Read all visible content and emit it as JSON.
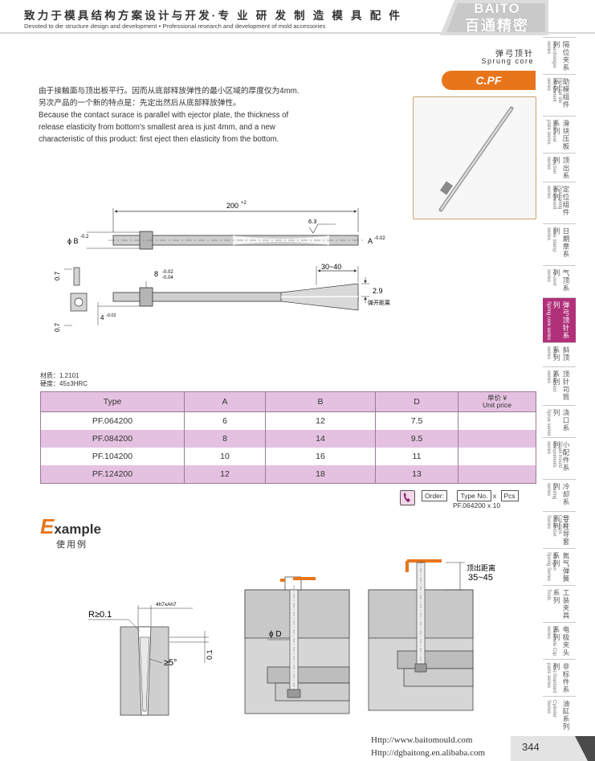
{
  "header": {
    "slogan_cn": "致力于模具结构方案设计与开发·专 业 研 发 制 造 模 具 配 件",
    "slogan_en": "Devoted to die structure design and development    • Professional research and development of mold accessories",
    "brand_en": "BAITO",
    "brand_cn": "百通精密"
  },
  "product": {
    "title_cn": "弹弓顶针",
    "title_en": "Sprung core",
    "code": "C.PF",
    "desc": [
      "由于接触面与顶出板平行。因而从底部释放弹性的最小区域的厚度仅为4mm.",
      "另次产品的一个新的特点是：先定出然后从底部释放弹性。",
      "Because the contact surace is parallel with ejector plate, the thickness of",
      "release elasticity from bottom's smallest area is just 4mm, and a new",
      "characteristic of this product: first eject then elasticity from the bottom."
    ]
  },
  "drawing": {
    "length": "200",
    "length_tol": "+2",
    "phi_b": "ϕ B",
    "phi_b_tol": "-0.2",
    "roughness": "6.3",
    "a_label": "A",
    "a_tol": "-0.02",
    "dim_8": "8",
    "dim_8_tol_upper": "-0.02",
    "dim_8_tol_lower": "-0.04",
    "dim_07": "0.7",
    "dim_4": "4",
    "dim_4_tol": "-0.02",
    "range_30_40": "30~40",
    "spring_gap": "2.9",
    "spring_label": "弹开距离"
  },
  "material": {
    "line1": "材质：1.2101",
    "line2": "硬度：45±3HRC"
  },
  "table": {
    "headers": [
      "Type",
      "A",
      "B",
      "D"
    ],
    "price_cn": "单价 ¥",
    "price_en": "Unit price",
    "rows": [
      [
        "PF.064200",
        "6",
        "12",
        "7.5",
        ""
      ],
      [
        "PF.084200",
        "8",
        "14",
        "9.5",
        ""
      ],
      [
        "PF.104200",
        "10",
        "16",
        "11",
        ""
      ],
      [
        "PF.124200",
        "12",
        "18",
        "13",
        ""
      ]
    ]
  },
  "order": {
    "label": "Order:",
    "type_no": "Type No.",
    "x": "x",
    "pcs": "Pcs",
    "example": "PF.064200  x    10"
  },
  "example": {
    "title_rest": "xample",
    "title_e": "E",
    "sub": "使用例",
    "fit": "4h7xAh7",
    "radius": "R≥0.1",
    "angle": "≥5°",
    "gap": "0.1",
    "phi_d": "ϕ D",
    "eject_label": "顶出距离",
    "eject_range": "35~45"
  },
  "sidebar": [
    {
      "cn": "隔位夹系列",
      "en": "Interchanger series",
      "h": 46
    },
    {
      "cn": "助模组件系列",
      "en": "Modular die component series",
      "h": 52
    },
    {
      "cn": "滑块压板系列",
      "en": "Slide wear plate series",
      "h": 46
    },
    {
      "cn": "顶出系列",
      "en": "Ejection series",
      "h": 36
    },
    {
      "cn": "定位组件系列",
      "en": "Positioning component series",
      "h": 52
    },
    {
      "cn": "日期章系列",
      "en": "Date stamp series",
      "h": 52
    },
    {
      "cn": "气顶系列",
      "en": "Air vent series",
      "h": 40
    },
    {
      "cn": "弹弓顶针系列",
      "en": "Spring core series",
      "h": 56,
      "active": true
    },
    {
      "cn": "斜顶系列",
      "en": "Lifter series",
      "h": 30
    },
    {
      "cn": "顶针司筒系列",
      "en": "Extraction series",
      "h": 48
    },
    {
      "cn": "浇口系列",
      "en": "Sprue series",
      "h": 40
    },
    {
      "cn": "小配件系列",
      "en": "Small mould components series",
      "h": 52
    },
    {
      "cn": "冷却系列",
      "en": "Cooling series",
      "h": 40
    },
    {
      "cn": "导柱导套系列",
      "en": "Guide Columns Guide Set Series",
      "h": 46
    },
    {
      "cn": "氮气弹簧系列",
      "en": "Nitrogen Spring Series",
      "h": 46
    },
    {
      "cn": "工装夹具系列",
      "en": "Tools",
      "h": 46
    },
    {
      "cn": "电极夹头系列",
      "en": "Electrode Clip series",
      "h": 46
    },
    {
      "cn": "非标件系列",
      "en": "Non-Standard parts series",
      "h": 46
    },
    {
      "cn": "油缸系列",
      "en": "Cylinder Series",
      "h": 46
    }
  ],
  "footer": {
    "url1": "Http://www.baitomould.com",
    "url2": "Http://dgbaitong.en.alibaba.com",
    "page": "344"
  },
  "colors": {
    "accent_orange": "#e8751a",
    "table_pink": "#e5c1e1",
    "sidebar_active": "#b0317a"
  }
}
